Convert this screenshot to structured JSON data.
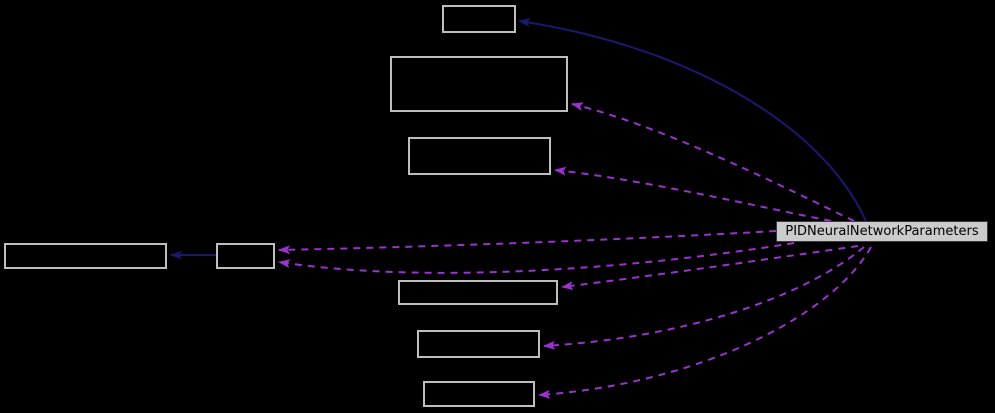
{
  "diagram": {
    "type": "collaboration-graph",
    "background_color": "#000000",
    "node_border_color": "#bebebe",
    "main_node": {
      "label": "PIDNeuralNetworkParameters",
      "fill_color": "#cbcbcb",
      "border_color": "#3a3a3a",
      "text_color": "#000000"
    },
    "edge_styles": {
      "inheritance": {
        "color": "#191970",
        "style": "solid"
      },
      "usage": {
        "color": "#9a32cd",
        "style": "dashed"
      }
    },
    "nodes": [
      {
        "id": "node-top",
        "label": ""
      },
      {
        "id": "node-upper-large",
        "label": ""
      },
      {
        "id": "node-upper-mid",
        "label": ""
      },
      {
        "id": "node-left-wide",
        "label": ""
      },
      {
        "id": "node-left-small",
        "label": ""
      },
      {
        "id": "node-lower-wide",
        "label": ""
      },
      {
        "id": "node-lower-mid",
        "label": ""
      },
      {
        "id": "node-bottom",
        "label": ""
      },
      {
        "id": "main-node",
        "label": "PIDNeuralNetworkParameters"
      }
    ],
    "edges": [
      {
        "from": "main-node",
        "to": "node-top",
        "style": "solid"
      },
      {
        "from": "main-node",
        "to": "node-upper-large",
        "style": "dashed"
      },
      {
        "from": "main-node",
        "to": "node-upper-mid",
        "style": "dashed"
      },
      {
        "from": "main-node",
        "to": "node-left-small",
        "style": "dashed"
      },
      {
        "from": "main-node",
        "to": "node-left-small",
        "style": "dashed"
      },
      {
        "from": "main-node",
        "to": "node-lower-wide",
        "style": "dashed"
      },
      {
        "from": "main-node",
        "to": "node-lower-mid",
        "style": "dashed"
      },
      {
        "from": "main-node",
        "to": "node-bottom",
        "style": "dashed"
      },
      {
        "from": "node-left-small",
        "to": "node-left-wide",
        "style": "solid"
      }
    ]
  }
}
